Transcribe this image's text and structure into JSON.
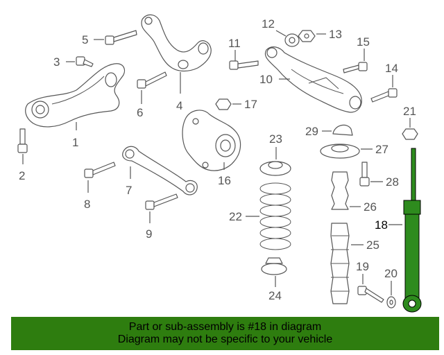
{
  "diagram": {
    "labels": [
      {
        "id": "1",
        "text": "1"
      },
      {
        "id": "2",
        "text": "2"
      },
      {
        "id": "3",
        "text": "3"
      },
      {
        "id": "4",
        "text": "4"
      },
      {
        "id": "5",
        "text": "5"
      },
      {
        "id": "6",
        "text": "6"
      },
      {
        "id": "7",
        "text": "7"
      },
      {
        "id": "8",
        "text": "8"
      },
      {
        "id": "9",
        "text": "9"
      },
      {
        "id": "10",
        "text": "10"
      },
      {
        "id": "11",
        "text": "11"
      },
      {
        "id": "12",
        "text": "12"
      },
      {
        "id": "13",
        "text": "13"
      },
      {
        "id": "14",
        "text": "14"
      },
      {
        "id": "15",
        "text": "15"
      },
      {
        "id": "16",
        "text": "16"
      },
      {
        "id": "17",
        "text": "17"
      },
      {
        "id": "18",
        "text": "18"
      },
      {
        "id": "19",
        "text": "19"
      },
      {
        "id": "20",
        "text": "20"
      },
      {
        "id": "21",
        "text": "21"
      },
      {
        "id": "22",
        "text": "22"
      },
      {
        "id": "23",
        "text": "23"
      },
      {
        "id": "24",
        "text": "24"
      },
      {
        "id": "25",
        "text": "25"
      },
      {
        "id": "26",
        "text": "26"
      },
      {
        "id": "27",
        "text": "27"
      },
      {
        "id": "28",
        "text": "28"
      },
      {
        "id": "29",
        "text": "29"
      }
    ],
    "highlighted_part": "18",
    "highlight_color": "#2e8b1e"
  },
  "banner": {
    "line1": "Part or sub-assembly is #18 in diagram",
    "line2": "Diagram may not be specific to your vehicle",
    "background": "#2e7d0f"
  }
}
